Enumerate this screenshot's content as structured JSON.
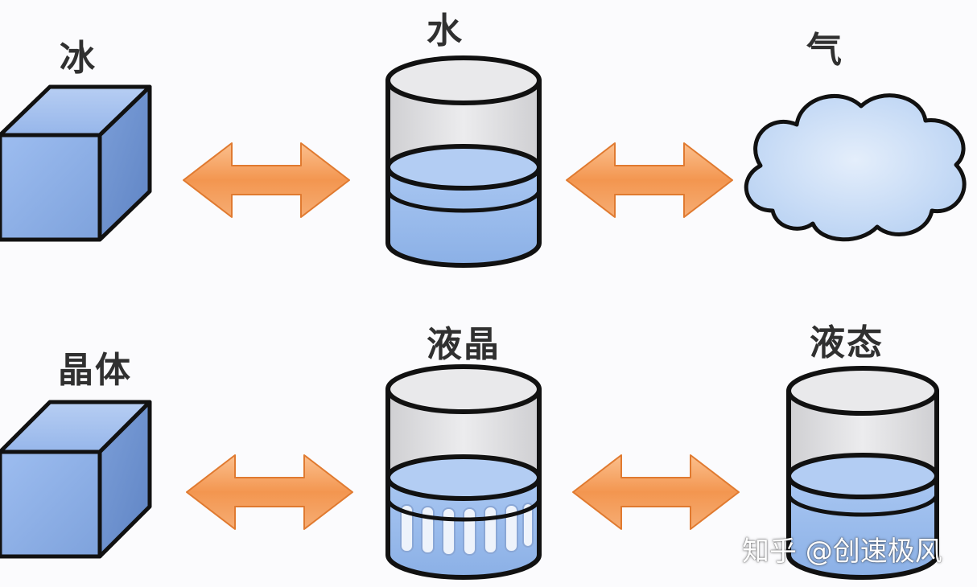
{
  "diagram": {
    "top_row": {
      "left_label": "冰",
      "center_label": "水",
      "right_label": "气"
    },
    "bottom_row": {
      "left_label": "晶体",
      "center_label": "液晶",
      "right_label": "液态"
    }
  },
  "watermark": {
    "text": "知乎 @创速极风"
  },
  "colors": {
    "cube_face": "#8fb0e4",
    "cube_side": "#6f93cf",
    "water": "#9ebeee",
    "glass": "#dcdcde",
    "arrow": "#f59a57",
    "cloud": "#c6dcf7",
    "outline": "#111111"
  },
  "icons": [
    "ice-cube-icon",
    "water-beaker-icon",
    "cloud-icon",
    "crystal-cube-icon",
    "liquid-crystal-beaker-icon",
    "liquid-beaker-icon",
    "double-arrow-icon"
  ]
}
